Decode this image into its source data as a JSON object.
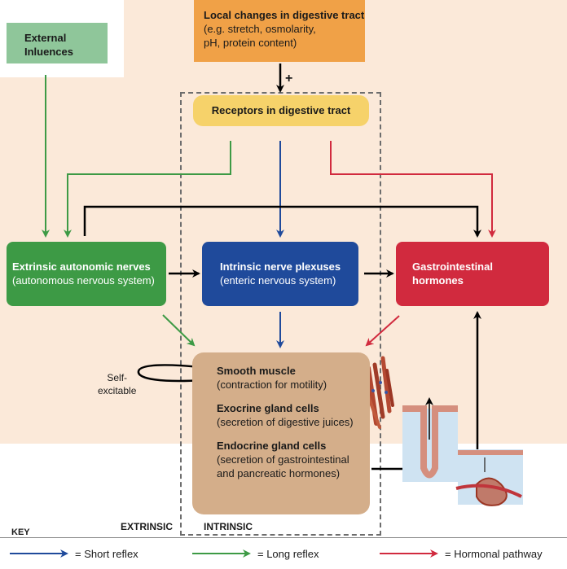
{
  "external": {
    "line1": "External",
    "line2": "Inluences"
  },
  "local": {
    "title": "Local changes in digestive tract",
    "line2": "(e.g. stretch, osmolarity,",
    "line3": "pH, protein content)"
  },
  "plus_sign": "+",
  "receptors": {
    "label": "Receptors in digestive tract"
  },
  "extrinsic_nerves": {
    "title": "Extrinsic autonomic nerves",
    "subtitle": "(autonomous nervous system)"
  },
  "intrinsic_plexuses": {
    "title": "Intrinsic nerve plexuses",
    "subtitle": "(enteric nervous system)"
  },
  "gi_hormones": {
    "line1": "Gastrointestinal",
    "line2": "hormones"
  },
  "effectors": {
    "smooth_muscle": {
      "title": "Smooth muscle",
      "desc": "(contraction for motility)"
    },
    "exocrine": {
      "title": "Exocrine gland cells",
      "desc": "(secretion of digestive juices)"
    },
    "endocrine": {
      "title": "Endocrine gland cells",
      "desc1": "(secretion of gastrointestinal",
      "desc2": "and pancreatic hormones)"
    }
  },
  "self_excitable": {
    "line1": "Self-",
    "line2": "excitable"
  },
  "region_labels": {
    "extrinsic": "EXTRINSIC",
    "intrinsic": "INTRINSIC"
  },
  "key": {
    "title": "KEY",
    "short": "= Short reflex",
    "long": "= Long reflex",
    "hormonal": "= Hormonal pathway"
  },
  "colors": {
    "short_reflex": "#1f4a9b",
    "long_reflex": "#3d9a45",
    "hormonal": "#d12a3e",
    "neutral": "#000000"
  }
}
